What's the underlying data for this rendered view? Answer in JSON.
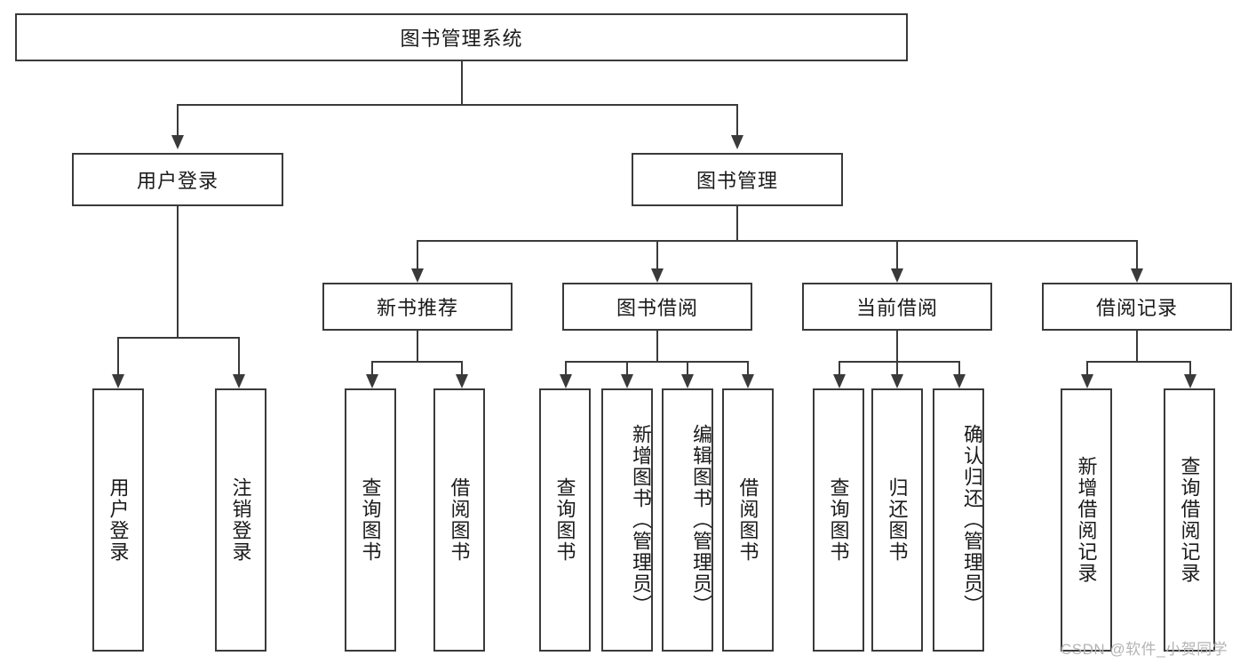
{
  "diagram": {
    "title": "图书管理系统",
    "type": "tree",
    "root": {
      "label": "图书管理系统"
    },
    "level2": [
      {
        "id": "user-login",
        "label": "用户登录"
      },
      {
        "id": "book-management",
        "label": "图书管理"
      }
    ],
    "level3": [
      {
        "id": "new-book-recommend",
        "label": "新书推荐",
        "parent": "book-management"
      },
      {
        "id": "book-borrow",
        "label": "图书借阅",
        "parent": "book-management"
      },
      {
        "id": "current-borrow",
        "label": "当前借阅",
        "parent": "book-management"
      },
      {
        "id": "borrow-record",
        "label": "借阅记录",
        "parent": "book-management"
      }
    ],
    "leaves": [
      {
        "id": "leaf-user-login",
        "label": "用户登录",
        "parent": "user-login"
      },
      {
        "id": "leaf-user-logout",
        "label": "注销登录",
        "parent": "user-login"
      },
      {
        "id": "leaf-query-book-1",
        "label": "查询图书",
        "parent": "new-book-recommend"
      },
      {
        "id": "leaf-borrow-book-1",
        "label": "借阅图书",
        "parent": "new-book-recommend"
      },
      {
        "id": "leaf-query-book-2",
        "label": "查询图书",
        "parent": "book-borrow"
      },
      {
        "id": "leaf-add-book",
        "label": "新增图书（管理员）",
        "parent": "book-borrow"
      },
      {
        "id": "leaf-edit-book",
        "label": "编辑图书（管理员）",
        "parent": "book-borrow"
      },
      {
        "id": "leaf-borrow-book-2",
        "label": "借阅图书",
        "parent": "book-borrow"
      },
      {
        "id": "leaf-query-book-3",
        "label": "查询图书",
        "parent": "current-borrow"
      },
      {
        "id": "leaf-return-book",
        "label": "归还图书",
        "parent": "current-borrow"
      },
      {
        "id": "leaf-confirm-return",
        "label": "确认归还（管理员）",
        "parent": "current-borrow"
      },
      {
        "id": "leaf-add-record",
        "label": "新增借阅记录",
        "parent": "borrow-record"
      },
      {
        "id": "leaf-query-record",
        "label": "查询借阅记录",
        "parent": "borrow-record"
      }
    ]
  },
  "watermark": {
    "text": "CSDN @软件_小贺同学"
  },
  "colors": {
    "stroke": "#3a3a3a",
    "background": "#ffffff",
    "text": "#1a1a1a",
    "watermark": "#b4b4b4"
  }
}
